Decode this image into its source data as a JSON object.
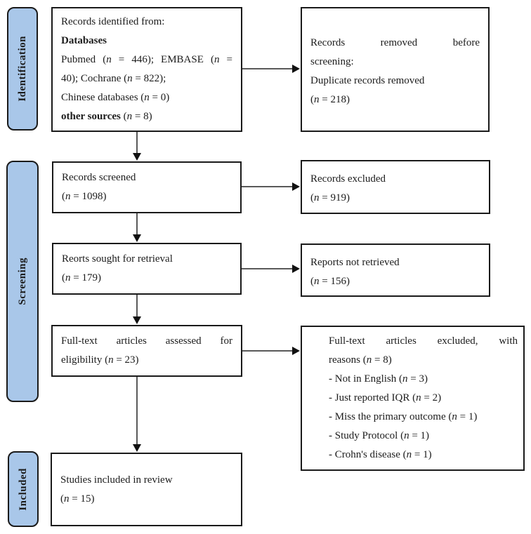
{
  "colors": {
    "stage_fill": "#a9c7e9",
    "stage_border": "#1a1a1a",
    "box_border": "#1a1a1a",
    "arrow_line": "#595959",
    "arrow_head": "#111111",
    "text": "#1c1c1c"
  },
  "sidebar": {
    "stages": [
      {
        "label": "Identification"
      },
      {
        "label": "Screening"
      },
      {
        "label": "Included"
      }
    ]
  },
  "boxes": {
    "identified": {
      "lines": [
        {
          "segs": [
            {
              "t": "Records identified from:"
            }
          ]
        },
        {
          "segs": [
            {
              "t": "Databases",
              "b": true
            }
          ]
        },
        {
          "j": true,
          "segs": [
            {
              "t": "Pubmed ("
            },
            {
              "t": "n",
              "i": true
            },
            {
              "t": " = 446); EMBASE ("
            },
            {
              "t": "n",
              "i": true
            },
            {
              "t": " ="
            }
          ]
        },
        {
          "segs": [
            {
              "t": "40); Cochrane ("
            },
            {
              "t": "n",
              "i": true
            },
            {
              "t": " = 822);"
            }
          ]
        },
        {
          "segs": [
            {
              "t": "Chinese databases ("
            },
            {
              "t": "n",
              "i": true
            },
            {
              "t": " = 0)"
            }
          ]
        },
        {
          "segs": [
            {
              "t": "other sources",
              "b": true
            },
            {
              "t": " ("
            },
            {
              "t": "n",
              "i": true
            },
            {
              "t": " = 8)"
            }
          ]
        }
      ]
    },
    "removed": {
      "lines": [
        {
          "j": true,
          "segs": [
            {
              "t": "Records removed before"
            }
          ]
        },
        {
          "segs": [
            {
              "t": "screening:"
            }
          ]
        },
        {
          "segs": [
            {
              "t": "Duplicate records removed"
            }
          ]
        },
        {
          "segs": [
            {
              "t": "("
            },
            {
              "t": "n",
              "i": true
            },
            {
              "t": " = 218)"
            }
          ]
        }
      ]
    },
    "screened": {
      "lines": [
        {
          "segs": [
            {
              "t": "Records screened"
            }
          ]
        },
        {
          "segs": [
            {
              "t": "("
            },
            {
              "t": "n",
              "i": true
            },
            {
              "t": " = 1098)"
            }
          ]
        }
      ]
    },
    "excluded": {
      "lines": [
        {
          "segs": [
            {
              "t": "Records excluded"
            }
          ]
        },
        {
          "segs": [
            {
              "t": "("
            },
            {
              "t": "n",
              "i": true
            },
            {
              "t": " = 919)"
            }
          ]
        }
      ]
    },
    "sought": {
      "lines": [
        {
          "segs": [
            {
              "t": "Reorts sought for retrieval"
            }
          ]
        },
        {
          "segs": [
            {
              "t": "("
            },
            {
              "t": "n",
              "i": true
            },
            {
              "t": " = 179)"
            }
          ]
        }
      ]
    },
    "not_retrieved": {
      "lines": [
        {
          "segs": [
            {
              "t": "Reports not retrieved"
            }
          ]
        },
        {
          "segs": [
            {
              "t": "("
            },
            {
              "t": "n",
              "i": true
            },
            {
              "t": " = 156)"
            }
          ]
        }
      ]
    },
    "eligibility": {
      "lines": [
        {
          "j": true,
          "segs": [
            {
              "t": "Full-text articles assessed for"
            }
          ]
        },
        {
          "segs": [
            {
              "t": "eligibility ("
            },
            {
              "t": "n",
              "i": true
            },
            {
              "t": " = 23)"
            }
          ]
        }
      ]
    },
    "reasons": {
      "lines": [
        {
          "j": true,
          "segs": [
            {
              "t": "Full-text articles excluded, with"
            }
          ]
        },
        {
          "segs": [
            {
              "t": "reasons ("
            },
            {
              "t": "n",
              "i": true
            },
            {
              "t": " = 8)"
            }
          ]
        },
        {
          "segs": [
            {
              "t": "- Not in English ("
            },
            {
              "t": "n",
              "i": true
            },
            {
              "t": " = 3)"
            }
          ]
        },
        {
          "segs": [
            {
              "t": "- Just reported IQR ("
            },
            {
              "t": "n",
              "i": true
            },
            {
              "t": " = 2)"
            }
          ]
        },
        {
          "segs": [
            {
              "t": "- Miss the primary outcome ("
            },
            {
              "t": "n",
              "i": true
            },
            {
              "t": " = 1)"
            }
          ]
        },
        {
          "segs": [
            {
              "t": "- Study Protocol ("
            },
            {
              "t": "n",
              "i": true
            },
            {
              "t": " = 1)"
            }
          ]
        },
        {
          "segs": [
            {
              "t": "- Crohn's disease ("
            },
            {
              "t": "n",
              "i": true
            },
            {
              "t": " = 1)"
            }
          ]
        }
      ]
    },
    "included_studies": {
      "lines": [
        {
          "segs": [
            {
              "t": "Studies included in review"
            }
          ]
        },
        {
          "segs": [
            {
              "t": "("
            },
            {
              "t": "n",
              "i": true
            },
            {
              "t": " = 15)"
            }
          ]
        }
      ]
    }
  }
}
